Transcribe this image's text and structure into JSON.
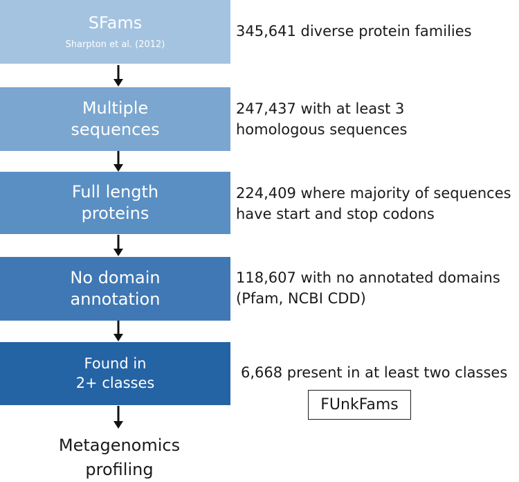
{
  "steps": [
    {
      "label_lines": [
        "SFams"
      ],
      "sublabel": "Sharpton et al. (2012)",
      "description_lines": [
        "345,641 diverse protein families"
      ]
    },
    {
      "label_lines": [
        "Multiple",
        "sequences"
      ],
      "description_lines": [
        "247,437 with at least 3",
        "homologous sequences"
      ]
    },
    {
      "label_lines": [
        "Full length",
        "proteins"
      ],
      "description_lines": [
        "224,409 where majority of sequences",
        "have start and stop codons"
      ]
    },
    {
      "label_lines": [
        "No domain",
        "annotation"
      ],
      "description_lines": [
        "118,607 with no annotated domains",
        "(Pfam, NCBI CDD)"
      ]
    },
    {
      "label_lines": [
        "Found in",
        "2+ classes"
      ],
      "description_lines": [
        "6,668 present in at least two classes"
      ]
    }
  ],
  "final_label": "FUnkFams",
  "end_step_lines": [
    "Metagenomics",
    "profiling"
  ],
  "colors": {
    "step_1": "#a3c3e0",
    "step_2": "#7aa6d0",
    "step_3": "#5a8fc4",
    "step_4": "#3f78b4",
    "step_5": "#2463a4",
    "arrow": "#111111"
  }
}
